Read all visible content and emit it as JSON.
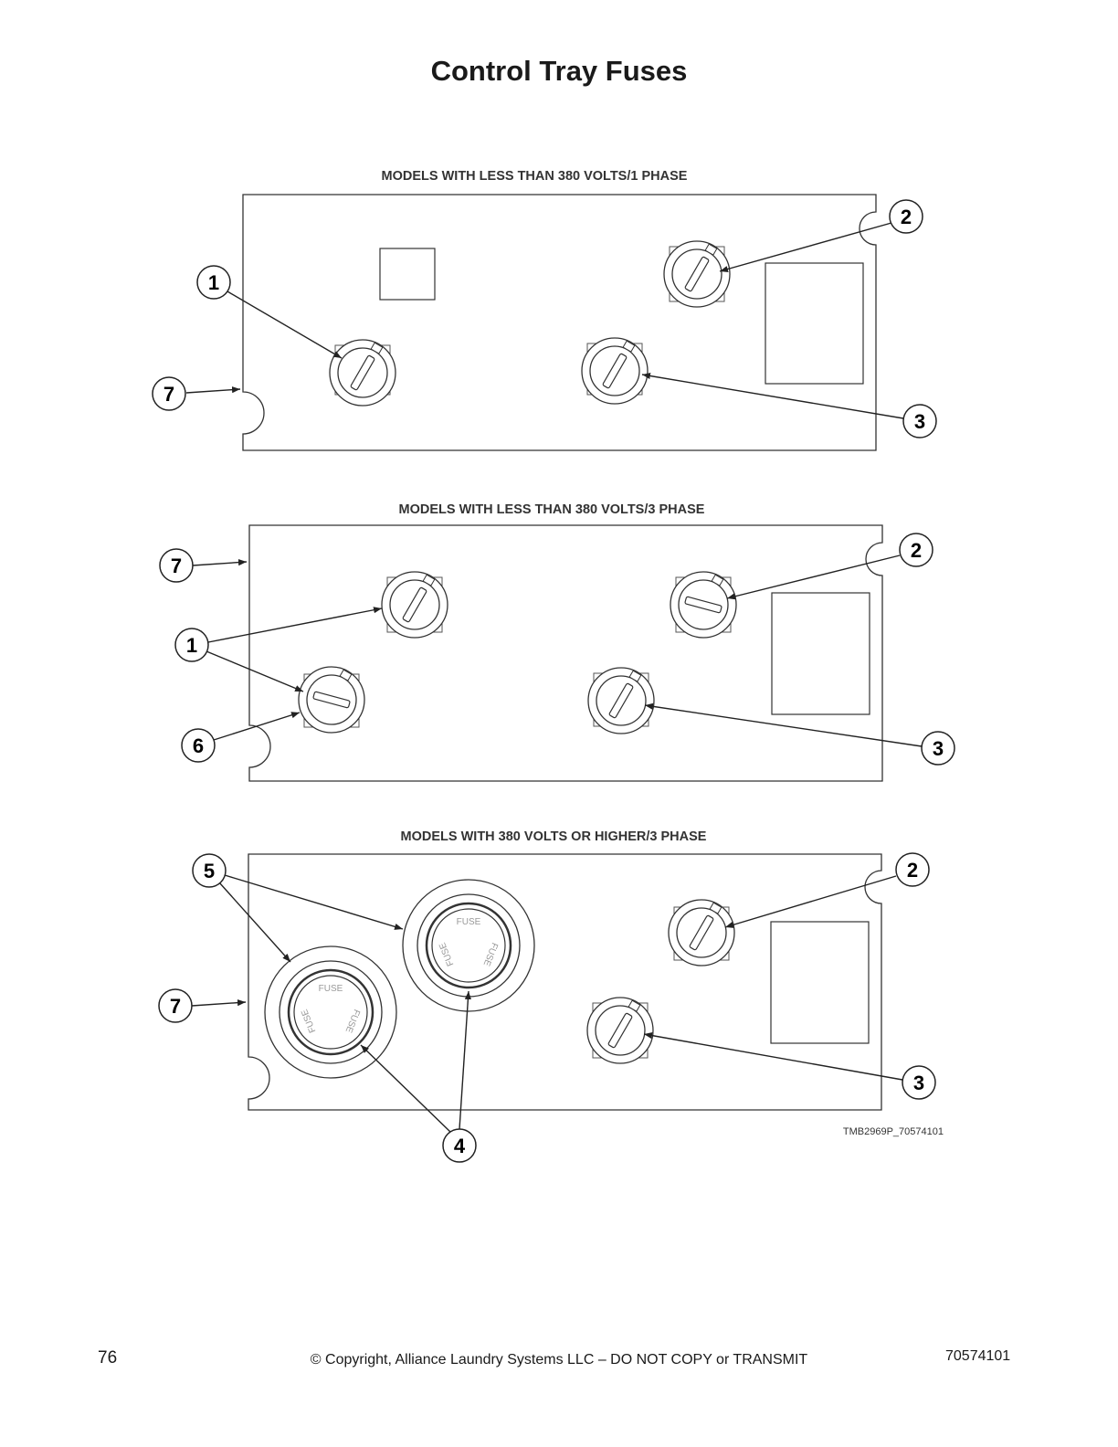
{
  "title": "Control Tray Fuses",
  "panels": [
    {
      "heading": "MODELS WITH LESS THAN 380 VOLTS/1 PHASE",
      "callouts": [
        "1",
        "2",
        "3",
        "7"
      ]
    },
    {
      "heading": "MODELS WITH LESS THAN 380 VOLTS/3 PHASE",
      "callouts": [
        "1",
        "2",
        "3",
        "6",
        "7"
      ]
    },
    {
      "heading": "MODELS WITH 380 VOLTS OR HIGHER/3 PHASE",
      "callouts": [
        "2",
        "3",
        "4",
        "5",
        "7"
      ],
      "fuse_label": "FUSE",
      "figure_id": "TMB2969P_70574101"
    }
  ],
  "footer": {
    "page_number": "76",
    "copyright": "© Copyright, Alliance Laundry Systems LLC – DO NOT COPY or TRANSMIT",
    "doc_number": "70574101"
  }
}
